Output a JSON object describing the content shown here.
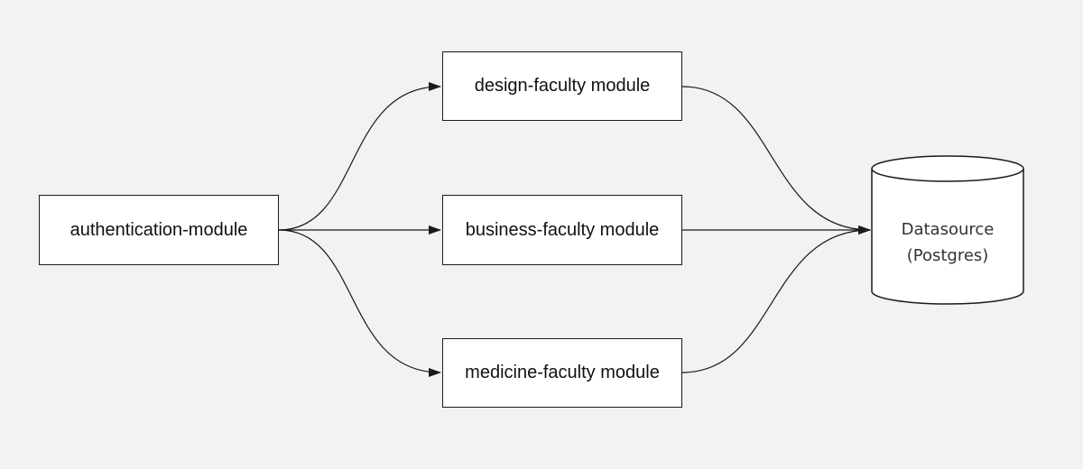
{
  "nodes": {
    "authentication": "authentication-module",
    "design": "design-faculty module",
    "business": "business-faculty module",
    "medicine": "medicine-faculty module",
    "datasource_line1": "Datasource",
    "datasource_line2": "(Postgres)"
  },
  "edges": [
    {
      "from": "authentication",
      "to": "design"
    },
    {
      "from": "authentication",
      "to": "business"
    },
    {
      "from": "authentication",
      "to": "medicine"
    },
    {
      "from": "design",
      "to": "datasource"
    },
    {
      "from": "business",
      "to": "datasource"
    },
    {
      "from": "medicine",
      "to": "datasource"
    }
  ],
  "colors": {
    "background": "#f2f2f2",
    "box_fill": "#ffffff",
    "stroke": "#1a1a1a"
  }
}
